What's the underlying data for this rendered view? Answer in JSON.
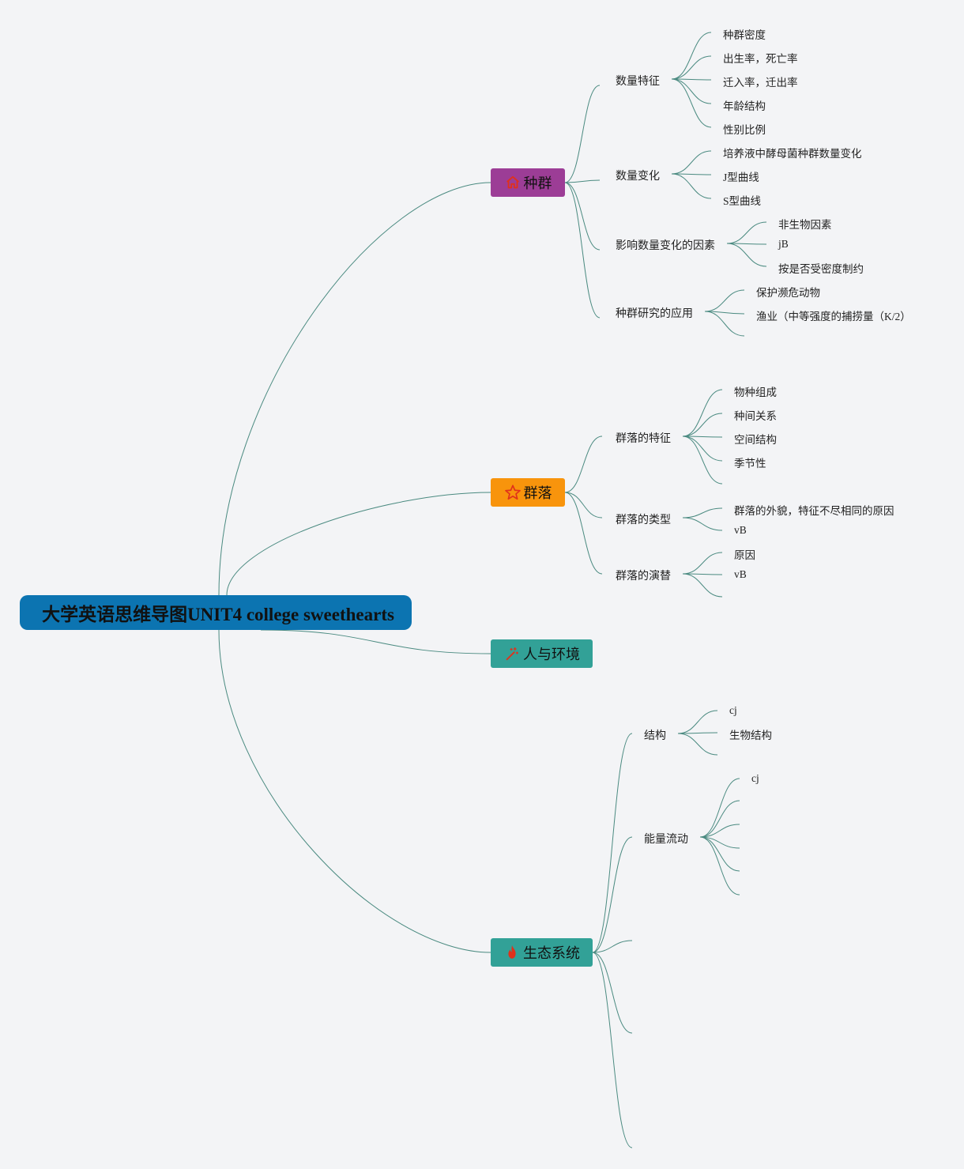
{
  "root": {
    "label": "大学英语思维导图UNIT4 college sweethearts"
  },
  "colors": {
    "line": "#4a8a80",
    "root_bg": "#0c74b1",
    "branch_population": "#9c3d96",
    "branch_community": "#f8940c",
    "branch_environment": "#32a197",
    "branch_ecosystem": "#32a197",
    "icon_red": "#e0311b"
  },
  "branches": {
    "population": {
      "label": "种群",
      "icon": "home-icon",
      "subs": [
        {
          "label": "数量特征",
          "leaves": [
            "种群密度",
            "出生率，死亡率",
            "迁入率，迁出率",
            "年龄结构",
            "性别比例"
          ]
        },
        {
          "label": "数量变化",
          "leaves": [
            "培养液中酵母菌种群数量变化",
            "J型曲线",
            "S型曲线"
          ]
        },
        {
          "label": "影响数量变化的因素",
          "leaves": [
            "非生物因素",
            "jB",
            "按是否受密度制约"
          ]
        },
        {
          "label": "种群研究的应用",
          "leaves": [
            "保护濒危动物",
            "渔业（中等强度的捕捞量（K/2）"
          ]
        }
      ]
    },
    "community": {
      "label": "群落",
      "icon": "star-icon",
      "subs": [
        {
          "label": "群落的特征",
          "leaves": [
            "物种组成",
            "种间关系",
            "空间结构",
            "季节性"
          ]
        },
        {
          "label": "群落的类型",
          "leaves": [
            "群落的外貌，特征不尽相同的原因",
            "vB"
          ]
        },
        {
          "label": "群落的演替",
          "leaves": [
            "原因",
            "vB"
          ]
        }
      ]
    },
    "environment": {
      "label": "人与环境",
      "icon": "magic-wand-icon"
    },
    "ecosystem": {
      "label": "生态系统",
      "icon": "fire-icon",
      "subs": [
        {
          "label": "结构",
          "leaves": [
            "cj",
            "生物结构"
          ]
        },
        {
          "label": "能量流动",
          "leaves": [
            "cj"
          ]
        }
      ]
    }
  }
}
